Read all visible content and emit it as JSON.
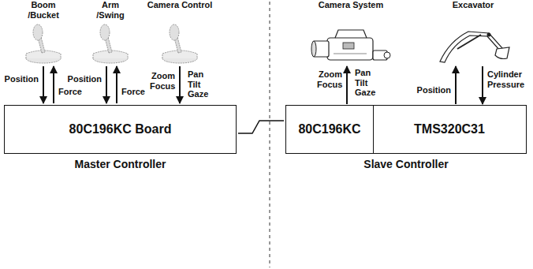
{
  "diagram": {
    "nodes": [
      {
        "text": [
          "Boom /Bucket"
        ]
      },
      {
        "text": [
          "Arm /Swing"
        ]
      },
      {
        "text": [
          "Camera Control"
        ]
      },
      {
        "text": [
          "80C196KC Board",
          "Master Controller"
        ]
      },
      {
        "text": [
          "Camera System"
        ]
      },
      {
        "text": [
          "Excavator"
        ]
      },
      {
        "text": [
          "Slave Controller"
        ]
      },
      {
        "text": [
          "80C196KC"
        ],
        "in": 6
      },
      {
        "text": [
          "TMS320C31"
        ],
        "in": 6
      }
    ],
    "edges": [
      {
        "from": 0,
        "to": 3,
        "label": "Position",
        "arrow": "to"
      },
      {
        "from": 3,
        "to": 0,
        "label": "Force",
        "arrow": "to"
      },
      {
        "from": 1,
        "to": 3,
        "label": "Position",
        "arrow": "to"
      },
      {
        "from": 3,
        "to": 1,
        "label": "Force",
        "arrow": "to"
      },
      {
        "from": 2,
        "to": 3,
        "label": "Zoom Focus",
        "arrow": "to"
      },
      {
        "from": 7,
        "to": 4,
        "label": "Zoom Focus",
        "arrow": "to"
      },
      {
        "from": 8,
        "to": 5,
        "label": "Position",
        "arrow": "to"
      },
      {
        "from": 5,
        "to": 8,
        "label": "Cylinder Pressure",
        "arrow": "to"
      },
      {
        "from": 3,
        "to": 6,
        "arrow": "none"
      }
    ],
    "labels": [
      "Pan Tilt Gaze",
      "Pan Tilt Gaze"
    ]
  }
}
